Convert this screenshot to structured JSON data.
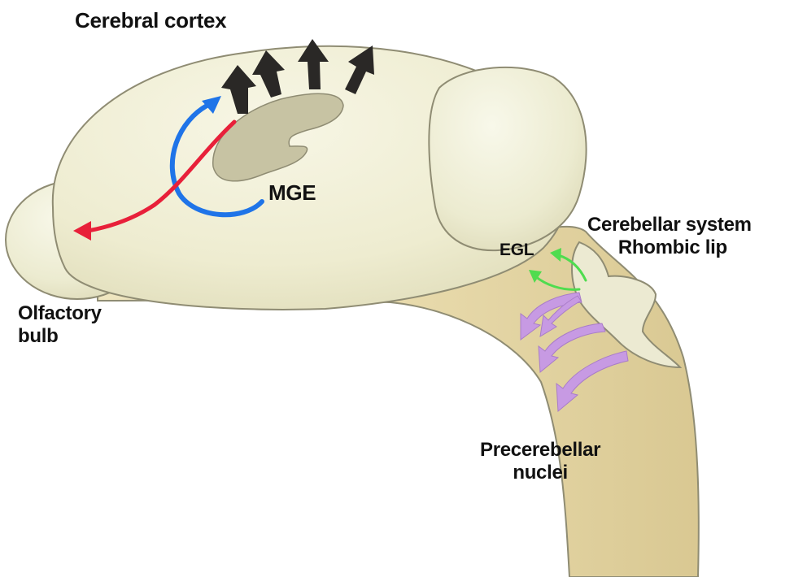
{
  "labels": {
    "cerebral_cortex": "Cerebral cortex",
    "mge": "MGE",
    "olfactory_line1": "Olfactory",
    "olfactory_line2": "bulb",
    "cerebellar_line1": "Cerebellar system",
    "cerebellar_line2": "Rhombic lip",
    "egl": "EGL",
    "precerebellar_line1": "Precerebellar",
    "precerebellar_line2": "nuclei"
  },
  "colors": {
    "tissue_light": "#eeeccf",
    "tissue_stem": "#e8dcae",
    "outline": "#8f8c73",
    "arrow_dark": "#2a2826",
    "arrow_blue": "#1f74e8",
    "arrow_red": "#e8203a",
    "arrow_green": "#4fdc4f",
    "arrow_purple": "#c79ae3"
  }
}
